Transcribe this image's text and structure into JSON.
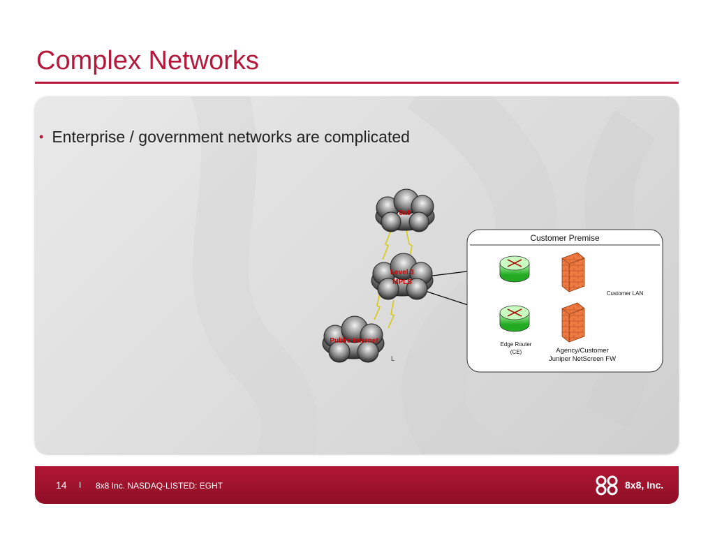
{
  "slide": {
    "title": "Complex Networks",
    "bullet": "Enterprise / government networks are complicated"
  },
  "diagram": {
    "cloud_8x8": "8x8",
    "cloud_level3_line1": "Level 3",
    "cloud_level3_line2": "MPLS",
    "cloud_public_internet": "Public Internet",
    "stray_label": "L",
    "premise_title": "Customer Premise",
    "customer_lan": "Customer LAN",
    "edge_router_line1": "Edge Router",
    "edge_router_line2": "(CE)",
    "firewall_line1": "Agency/Customer",
    "firewall_line2": "Juniper NetScreen FW"
  },
  "footer": {
    "page_number": "14",
    "separator": "I",
    "company_text": "8x8 Inc. NASDAQ-LISTED: EGHT",
    "logo_text": "8x8, Inc."
  },
  "colors": {
    "brand_red": "#b5183a",
    "router_green": "#33cc33",
    "firewall_orange": "#e8743a",
    "cloud_label_red": "#d40000"
  }
}
